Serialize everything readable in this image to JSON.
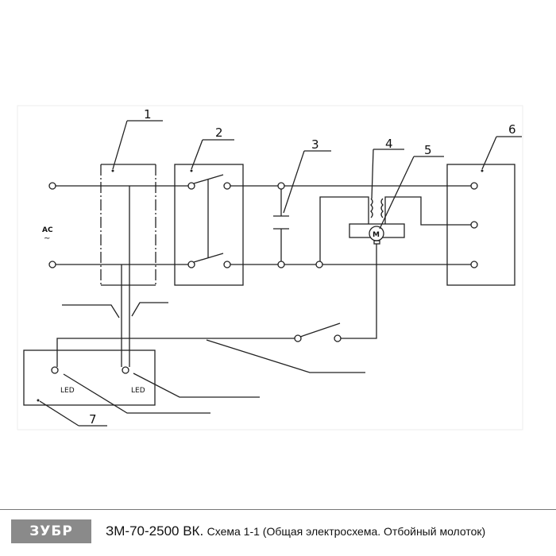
{
  "diagram": {
    "labels": [
      "1",
      "2",
      "3",
      "4",
      "5",
      "6",
      "7"
    ],
    "ac_label": "AC",
    "ac_symbol": "~",
    "motor_label": "M",
    "led_labels": [
      "LED",
      "LED"
    ]
  },
  "footer": {
    "logo": "ЗУБР",
    "model": "ЗМ-70-2500 ВК.",
    "description": "Схема 1-1 (Общая электросхема. Отбойный молоток)"
  }
}
